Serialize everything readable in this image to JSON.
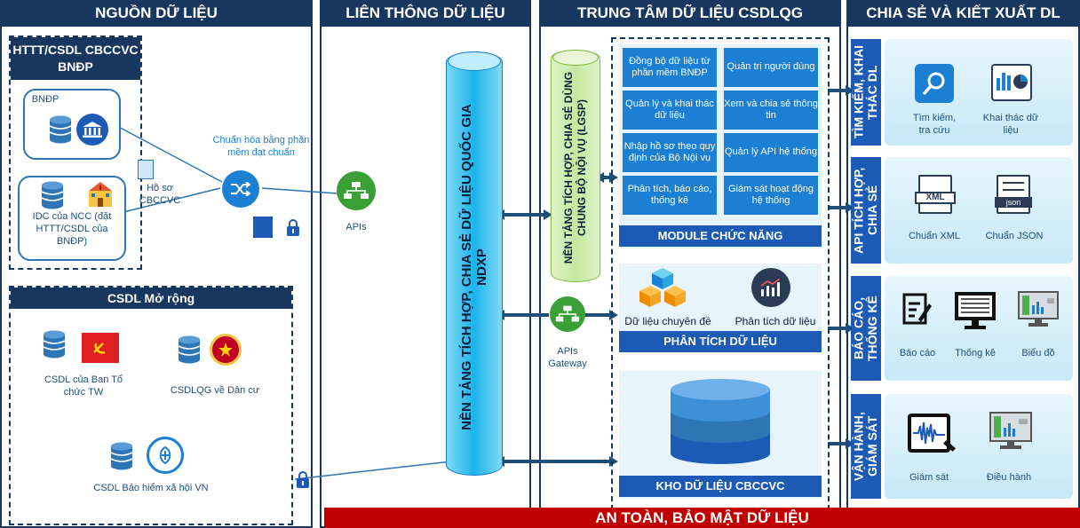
{
  "headers": {
    "col1": "NGUỒN DỮ LIỆU",
    "col2": "LIÊN THÔNG DỮ LIỆU",
    "col3": "TRUNG TÂM DỮ LIỆU CSDLQG",
    "col4": "CHIA SẺ VÀ KIẾT XUẤT DL"
  },
  "sources": {
    "httt_title": "HTTT/CSDL CBCCVC BNĐP",
    "bndp": "BNĐP",
    "idc": "IDC của NCC (đặt HTTT/CSDL của BNĐP)",
    "hoso": "Hồ sơ CBCCVC",
    "chuanhoa": "Chuẩn hóa bằng phần mềm đạt chuẩn",
    "mo_rong_title": "CSDL Mở rộng",
    "ban_to_chuc": "CSDL của Ban Tổ chức TW",
    "dan_cu": "CSDLQG về Dân cư",
    "bhxh": "CSDL Bảo hiểm xã hội VN"
  },
  "integration": {
    "apis": "APIs",
    "ndxp": "NỀN TẢNG TÍCH HỢP, CHIA SẺ DỮ LIỆU QUỐC GIA NDXP",
    "gateway": "APIs Gateway"
  },
  "center": {
    "lgsp": "NỀN TẢNG TÍCH HỢP, CHIA SẺ DÙNG CHUNG BỘ NỘI VỤ (LGSP)",
    "modules": [
      "Đồng bộ dữ liệu từ phần mềm BNĐP",
      "Quản trị người dùng",
      "Quản lý và khai thác dữ liệu",
      "Xem và chia sẻ thông tin",
      "Nhập hồ sơ theo quy định của Bộ Nội vụ",
      "Quản lý API hệ thống",
      "Phân tích, báo cáo, thống kê",
      "Giám sát hoạt động hệ thống"
    ],
    "module_title": "MODULE CHỨC NĂNG",
    "du_lieu_chuyen_de": "Dữ liệu chuyên đề",
    "phan_tich": "Phân tích dữ liệu",
    "phan_tich_title": "PHÂN TÍCH DỮ LIỆU",
    "kho_title": "KHO DỮ LIỆU CBCCVC"
  },
  "share": {
    "s1_title": "TÌM KIẾM, KHAI THÁC DL",
    "s1_a": "Tìm kiếm, tra cứu",
    "s1_b": "Khai thác dữ liệu",
    "s2_title": "API TÍCH HỢP, CHIA SẺ",
    "s2_a": "Chuẩn XML",
    "s2_b": "Chuẩn JSON",
    "xml": "XML",
    "json": "json",
    "s3_title": "BÁO CÁO, THỐNG KÊ",
    "s3_a": "Báo cáo",
    "s3_b": "Thống kê",
    "s3_c": "Biểu đồ",
    "s4_title": "VẬN HÀNH, GIÁM SÁT",
    "s4_a": "Giám sát",
    "s4_b": "Điều hành"
  },
  "footer": "AN TOÀN, BẢO MẬT DỮ LIỆU"
}
